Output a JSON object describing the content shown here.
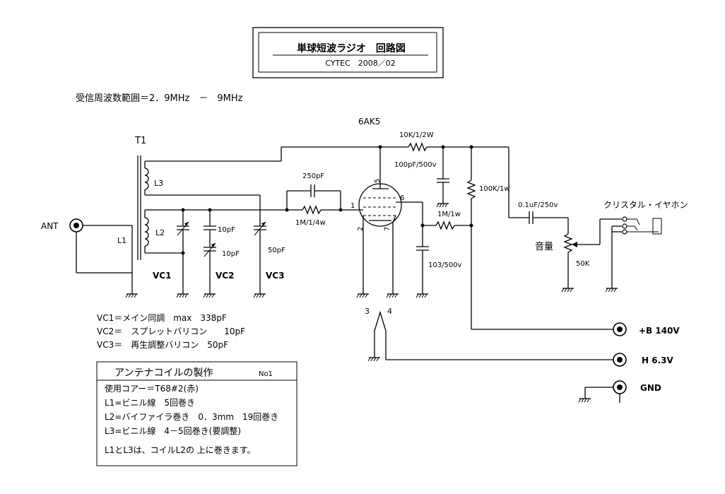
{
  "title": {
    "main": "単球短波ラジオ　回路図",
    "sub": "CYTEC　2008／02"
  },
  "freq_range": "受信周波数範囲＝2．9MHz　－　9MHz",
  "tube": {
    "name": "6AK5",
    "pin1": "1",
    "pin2": "2",
    "pin5": "5",
    "pin6": "6",
    "pin7": "7",
    "heater_pin3": "3",
    "heater_pin4": "4"
  },
  "labels": {
    "ant": "ANT",
    "t1": "T1",
    "l1": "L1",
    "l2": "L2",
    "l3": "L3",
    "vc1": "VC1",
    "vc2": "VC2",
    "vc3": "VC3",
    "vc1_value": "10pF",
    "vc2_value": "10pF",
    "vc3_value": "50pF",
    "grid_cap": "250pF",
    "grid_res": "1M/1/4w",
    "plate_res": "10K/1/2W",
    "plate_cap": "100pF/500v",
    "load_res": "100K/1w",
    "plate_res2": "1M/1w",
    "bypass_cap": "103/500v",
    "coupling_cap": "0.1uF/250v",
    "volume": "音量",
    "pot": "50K",
    "earphone": "クリスタル・イヤホン",
    "b_plus": "+B 140V",
    "heater": "H 6.3V",
    "gnd": "GND"
  },
  "vc_notes": [
    "VC1＝メイン同調　max　338pF",
    "VC2＝　スプレットバリコン　　10pF",
    "VC3＝　再生調整バリコン　50pF"
  ],
  "coil_box": {
    "title": "アンテナコイルの製作",
    "number": "No1",
    "lines": [
      "使用コアー＝T68#2(赤)",
      "L1=ビニル線　5回巻き",
      "L2=バイファイラ巻き　0．3mm　19回巻き",
      "L3=ビニル線　4－5回巻き(要調整)",
      "L1とL3は、コイルL2の 上に巻きます。"
    ]
  }
}
